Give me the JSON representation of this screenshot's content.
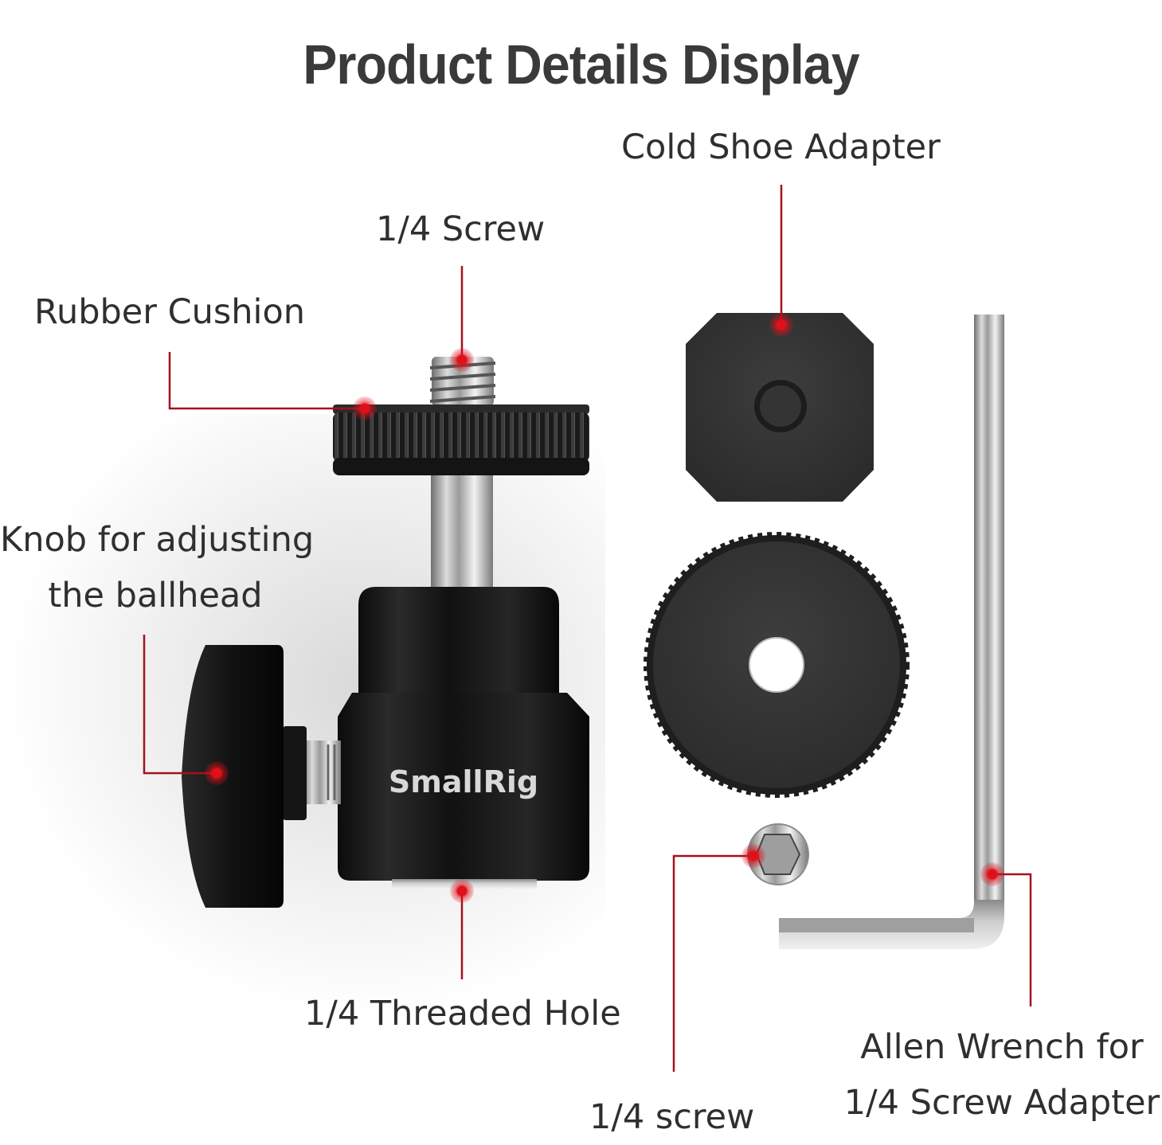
{
  "title": "Product Details Display",
  "brand_logo_text": "SmallRig",
  "accent_color": "#a3121f",
  "marker_color": "#e0101a",
  "callouts": [
    {
      "id": "cold-shoe-adapter",
      "label": "Cold Shoe Adapter"
    },
    {
      "id": "quarter-screw-top",
      "label": "1/4 Screw"
    },
    {
      "id": "rubber-cushion",
      "label": "Rubber Cushion"
    },
    {
      "id": "knob",
      "line1": "Knob for adjusting",
      "line2": "the ballhead"
    },
    {
      "id": "threaded-hole",
      "label": "1/4 Threaded Hole"
    },
    {
      "id": "quarter-screw-small",
      "label": "1/4 screw"
    },
    {
      "id": "allen-wrench",
      "line1": "Allen Wrench for",
      "line2": "1/4 Screw Adapter"
    }
  ]
}
